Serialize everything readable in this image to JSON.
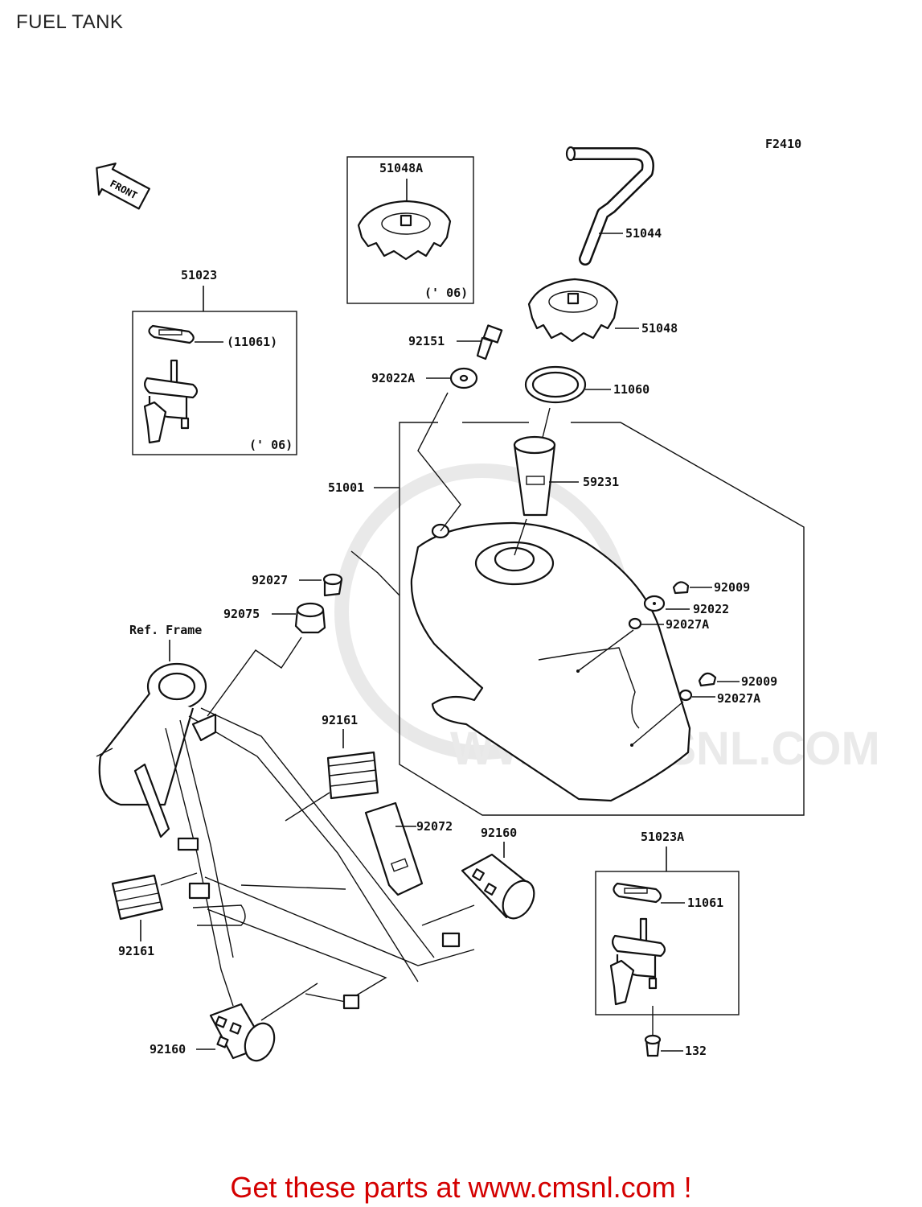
{
  "title": "FUEL TANK",
  "figure_code": "F2410",
  "front_label": "FRONT",
  "ref_frame_label": "Ref. Frame",
  "watermark": "WWW.CMSNL.COM",
  "footer": "Get these parts at www.cmsnl.com !",
  "parts": {
    "p51048A": "51048A",
    "p51048A_year": "(' 06)",
    "p51044": "51044",
    "p51048": "51048",
    "p51023": "51023",
    "p11061_paren": "(11061)",
    "p51023_year": "(' 06)",
    "p92151": "92151",
    "p92022A": "92022A",
    "p11060": "11060",
    "p51001": "51001",
    "p59231": "59231",
    "p92027": "92027",
    "p92075": "92075",
    "p92009_a": "92009",
    "p92022": "92022",
    "p92027A_a": "92027A",
    "p92009_b": "92009",
    "p92027A_b": "92027A",
    "p92161_a": "92161",
    "p92072": "92072",
    "p92160_a": "92160",
    "p51023A": "51023A",
    "p11061": "11061",
    "p92161_b": "92161",
    "p92160_b": "92160",
    "p132": "132"
  }
}
